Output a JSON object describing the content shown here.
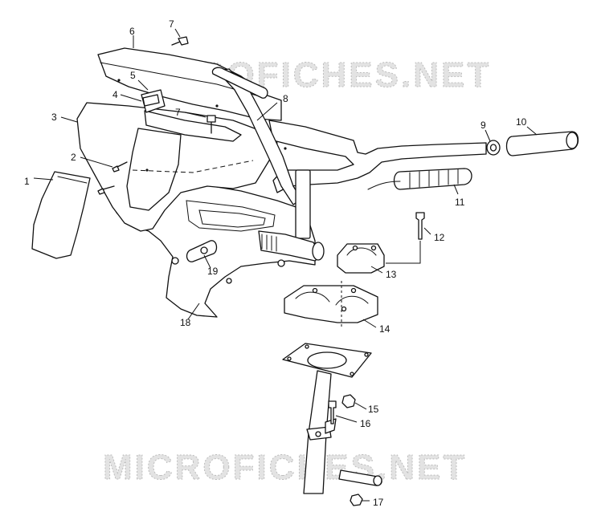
{
  "watermarks": {
    "top": "MICROFICHES.NET",
    "bottom": "MICROFICHES.NET"
  },
  "callouts": {
    "c1": "1",
    "c2": "2",
    "c3": "3",
    "c4": "4",
    "c5": "5",
    "c6": "6",
    "c7a": "7",
    "c7b": "7",
    "c8": "8",
    "c9": "9",
    "c10": "10",
    "c11": "11",
    "c12": "12",
    "c13": "13",
    "c14": "14",
    "c15": "15",
    "c16": "16",
    "c17": "17",
    "c18": "18",
    "c19": "19"
  }
}
